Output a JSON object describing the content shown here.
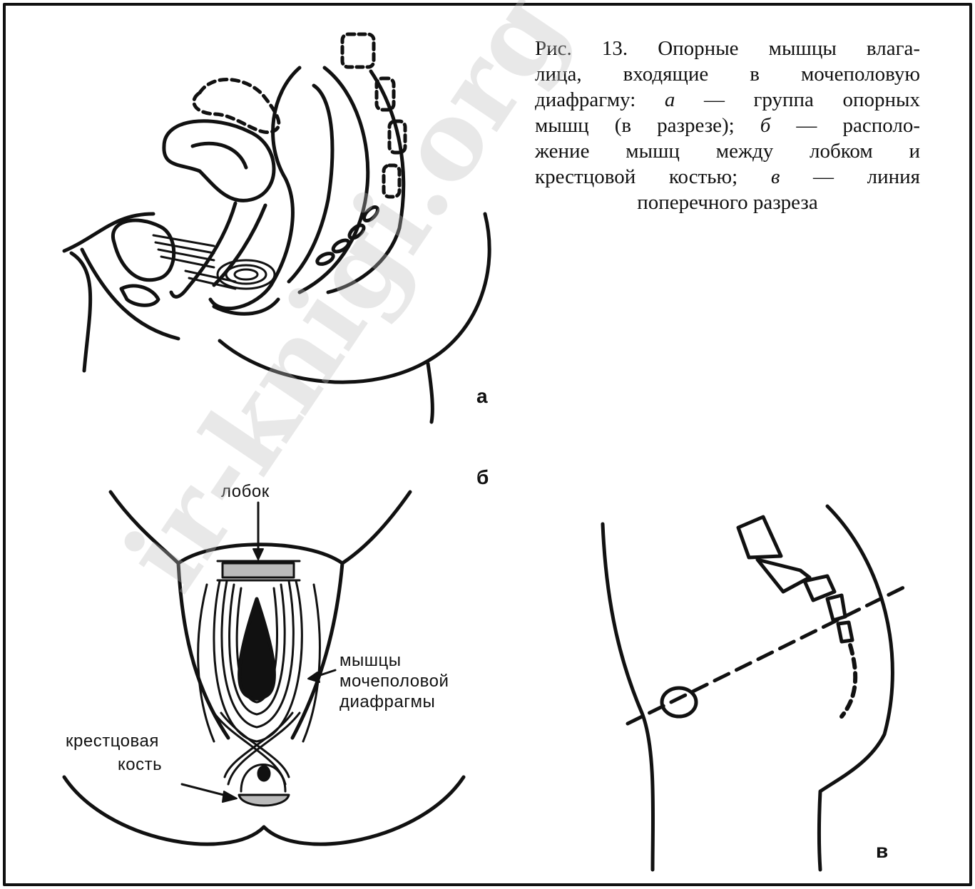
{
  "caption": {
    "lines": [
      [
        "Рис. 13. Опорные мышцы влага-"
      ],
      [
        "лица, входящие в мочеполовую"
      ],
      [
        "диафрагму: ",
        "а",
        " — группа опорных"
      ],
      [
        "мышц (в разрезе); ",
        "б",
        " — располо-"
      ],
      [
        "жение мышц между лобком и"
      ],
      [
        "крестцовой костью; ",
        "в",
        " — линия"
      ],
      [
        "поперечного разреза"
      ]
    ]
  },
  "panels": {
    "a": {
      "letter": "а"
    },
    "b": {
      "letter": "б",
      "labels": {
        "pubis": "лобок",
        "muscles_1": "мышцы",
        "muscles_2": "мочеполовой",
        "muscles_3": "диафрагмы",
        "sacrum_1": "крестцовая",
        "sacrum_2": "кость"
      }
    },
    "c": {
      "letter": "в"
    }
  },
  "watermark": "ir-knigi.org",
  "colors": {
    "ink": "#111111",
    "background": "#ffffff",
    "watermark": "#bebebe"
  }
}
